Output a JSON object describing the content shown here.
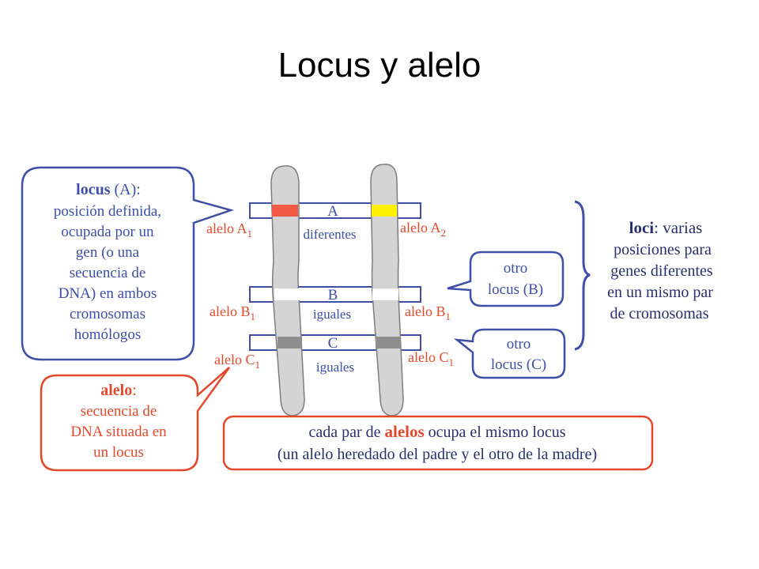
{
  "title": "Locus y alelo",
  "colors": {
    "blue": "#3f4ea6",
    "red": "#e2482c",
    "locus_a_left": "#f35a45",
    "locus_a_right": "#fff200",
    "locus_c_band": "#8e8e8e",
    "chromosome_fill": "#d4d4d4"
  },
  "locus_bubble": {
    "head_bold": "locus",
    "head_rest": " (A):",
    "lines": [
      "posición definida,",
      "ocupada por un",
      "gen (o una",
      "secuencia de",
      "DNA) en ambos",
      "cromosomas",
      "homólogos"
    ]
  },
  "alelo_bubble": {
    "head_bold": "alelo",
    "head_rest": ":",
    "lines": [
      "secuencia de",
      "DNA situada en",
      "un locus"
    ]
  },
  "loci_text": {
    "head_bold": "loci",
    "head_rest": ":  varias",
    "lines": [
      "posiciones para",
      "genes diferentes",
      "en un mismo par",
      "de cromosomas"
    ]
  },
  "otro_b": {
    "line1": "otro",
    "line2": "locus (B)"
  },
  "otro_c": {
    "line1": "otro",
    "line2": "locus (C)"
  },
  "bands": {
    "a": {
      "letter": "A",
      "note": "diferentes"
    },
    "b": {
      "letter": "B",
      "note": "iguales"
    },
    "c": {
      "letter": "C",
      "note": "iguales"
    }
  },
  "allele_labels": {
    "a1": {
      "base": "alelo A",
      "sub": "1"
    },
    "a2": {
      "base": "alelo A",
      "sub": "2"
    },
    "b1_left": {
      "base": "alelo B",
      "sub": "1"
    },
    "b1_right": {
      "base": "alelo B",
      "sub": "1"
    },
    "c1_left": {
      "base": "alelo C",
      "sub": "1"
    },
    "c1_right": {
      "base": "alelo C",
      "sub": "1"
    }
  },
  "bottom_box": {
    "line1_pre": "cada par de ",
    "line1_bold": "alelos",
    "line1_post": " ocupa el mismo locus",
    "line2": "(un alelo heredado del padre y el otro de la madre)"
  }
}
